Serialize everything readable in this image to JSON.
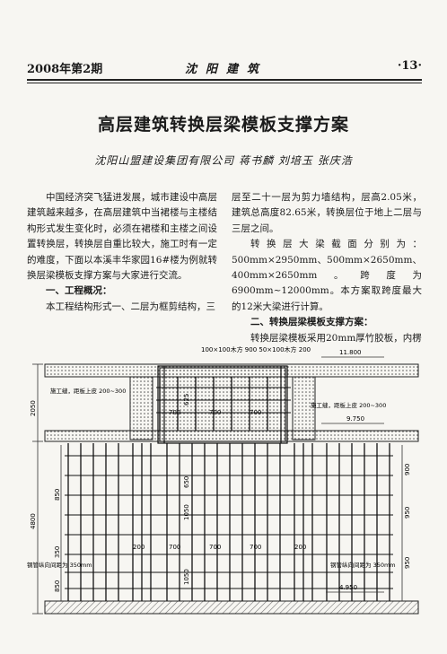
{
  "header": {
    "left": "2008年第2期",
    "center": "沈阳建筑",
    "right": "·13·"
  },
  "title": "高层建筑转换层梁模板支撑方案",
  "authors": "沈阳山盟建设集团有限公司   蒋书麟   刘培玉   张庆浩",
  "body": {
    "left_para1": "中国经济突飞猛进发展，城市建设中高层建筑越来越多，在高层建筑中当裙楼与主楼结构形式发生变化时，必须在裙楼和主楼之间设置转换层，转换层自重比较大，施工时有一定的难度，下面以本溪丰华家园16#楼为例就转换层梁模板支撑方案与大家进行交流。",
    "left_sec1": "一、工程概况：",
    "left_para2": "本工程结构形式一、二层为框剪结构，三",
    "right_para1": "层至二十一层为剪力墙结构，层高2.05米，建筑总高度82.65米，转换层位于地上二层与三层之间。",
    "right_para2": "转换层大梁截面分别为：500mm×2950mm、500mm×2650mm、400mm×2650mm。跨度为6900mm~12000mm。本方案取跨度最大的12米大梁进行计算。",
    "right_sec2": "二、转换层梁模板支撑方案：",
    "right_para3": "转换层梁模板采用20mm厚竹胶板，内楞"
  },
  "figure": {
    "top_label": "100×100木方 900  50×100木方 200",
    "elev_top": "11.800",
    "elev_mid": "9.750",
    "elev_bot": "4.950",
    "left_note": "施工缝，距板上皮 200~300",
    "right_note": "施工缝，距板上皮 200~300",
    "left_pipe_note": "钢管纵向间距为 350mm",
    "right_pipe_note": "钢管纵向间距为 350mm",
    "dim_2050": "2050",
    "dim_4800": "4800",
    "dim_700": "700",
    "dim_200": "200",
    "dim_650": "650",
    "dim_1050": "1050",
    "dim_850": "850",
    "dim_350": "350",
    "dim_950": "950",
    "dim_900": "900",
    "dim_625": "625",
    "dim_950b": "950"
  }
}
